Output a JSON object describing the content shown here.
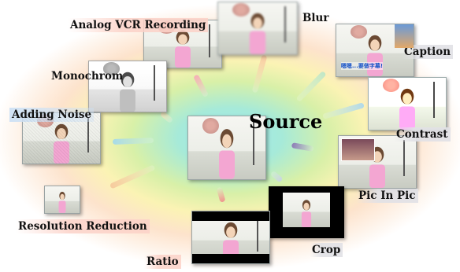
{
  "diagram": {
    "center_label": "Source",
    "transforms": [
      {
        "id": "analog-vcr",
        "label": "Analog VCR Recording"
      },
      {
        "id": "blur",
        "label": "Blur"
      },
      {
        "id": "caption",
        "label": "Caption",
        "caption_text": "嗯嗯...要做字幕!"
      },
      {
        "id": "monochrom",
        "label": "Monochrom"
      },
      {
        "id": "adding-noise",
        "label": "Adding Noise"
      },
      {
        "id": "contrast",
        "label": "Contrast"
      },
      {
        "id": "pic-in-pic",
        "label": "Pic In Pic"
      },
      {
        "id": "resolution-reduction",
        "label": "Resolution Reduction"
      },
      {
        "id": "ratio",
        "label": "Ratio"
      },
      {
        "id": "crop",
        "label": "Crop"
      }
    ]
  },
  "colors": {
    "background_center": "#9fe7ef",
    "background_mid": "#fbf3b4",
    "background_outer": "#fde3cc",
    "subject_shirt": "#f3a6d2",
    "caption_text": "#1a55c8"
  }
}
